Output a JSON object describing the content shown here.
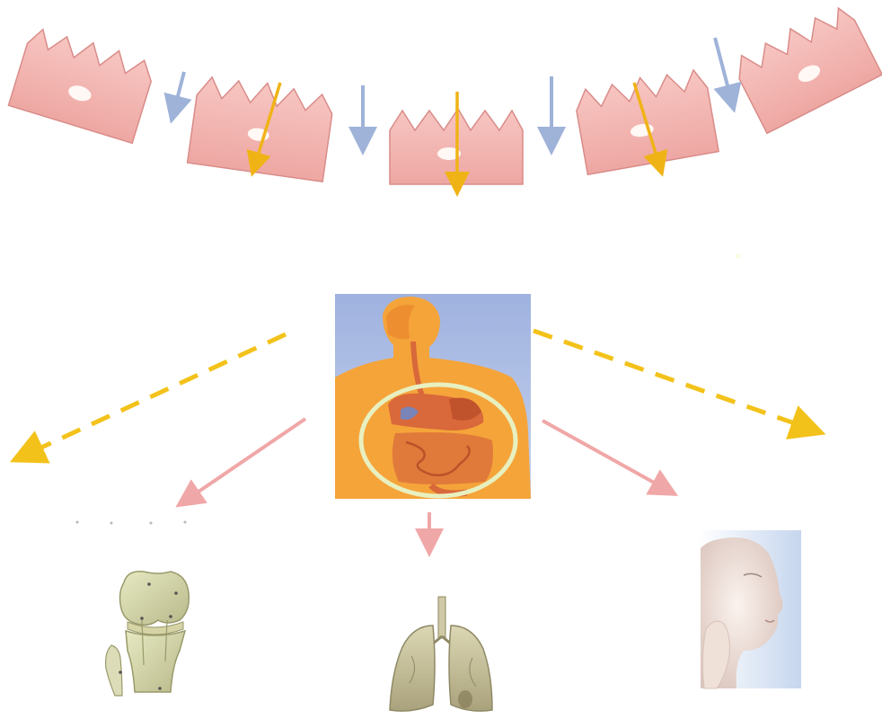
{
  "diagram": {
    "cells_row": {
      "cell_count": 5,
      "cell_fill": "#f2b3b0",
      "cell_stroke": "#d98c89",
      "nucleus_fill": "#fff8f4",
      "arrow_blue": "#9fb3d9",
      "arrow_yellow": "#f0b316"
    },
    "center_image": {
      "icon": "human-torso-digestive-system-icon",
      "background": "#a8b8e0",
      "body_color": "#f5a43a",
      "organ_color": "#d9683a",
      "highlight_ring": "#e8f0c0"
    },
    "connectors": {
      "dashed_color": "#f3c21a",
      "solid_color": "#f0a7a7"
    },
    "targets": [
      {
        "id": "joint",
        "icon": "knee-joint-icon"
      },
      {
        "id": "lungs",
        "icon": "lungs-icon"
      },
      {
        "id": "face",
        "icon": "face-skin-icon"
      }
    ]
  }
}
